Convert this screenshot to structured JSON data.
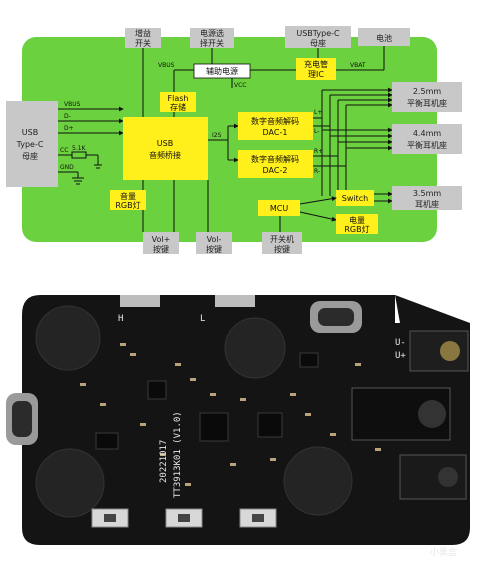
{
  "diagram": {
    "top_boxes": {
      "gain_switch": [
        "增益",
        "开关"
      ],
      "power_select_switch": [
        "电源选",
        "择开关"
      ],
      "usb_typec_top": [
        "USBType-C",
        "母座"
      ],
      "battery": "电池"
    },
    "left_port": [
      "USB",
      "Type-C",
      "母座"
    ],
    "pins": {
      "vbus": "VBUS",
      "dminus": "D-",
      "dplus": "D+",
      "cc": "CC",
      "resistor": "5.1K",
      "gnd": "GND"
    },
    "blocks": {
      "usb_bridge": [
        "USB",
        "音频桥接"
      ],
      "flash": [
        "Flash",
        "存储"
      ],
      "volume_led": [
        "音量",
        "RGB灯"
      ],
      "aux_power": "辅助电源",
      "charge_ic": [
        "充电管",
        "理IC"
      ],
      "dac1": [
        "数字音频解码",
        "DAC-1"
      ],
      "dac2": [
        "数字音频解码",
        "DAC-2"
      ],
      "switch": "Switch",
      "mcu": "MCU",
      "battery_led": [
        "电量",
        "RGB灯"
      ]
    },
    "signals": {
      "vbus_top": "VBUS",
      "vbat": "VBAT",
      "vcc": "VCC",
      "i2s": "I2S",
      "l_plus": "L+",
      "l_minus": "L-",
      "r_plus": "R+",
      "r_minus": "R-"
    },
    "outputs": {
      "out_25": [
        "2.5mm",
        "平衡耳机座"
      ],
      "out_44": [
        "4.4mm",
        "平衡耳机座"
      ],
      "out_35": [
        "3.5mm",
        "耳机座"
      ]
    },
    "bottom_buttons": {
      "vol_plus": [
        "Vol+",
        "按键"
      ],
      "vol_minus": [
        "Vol-",
        "按键"
      ],
      "power_key": [
        "开关机",
        "按键"
      ]
    }
  },
  "pcb": {
    "silkscreen_date": "20221017",
    "silkscreen_id": "TT3913K01 (V1.0)",
    "pad_labels": [
      "H",
      "L",
      "U-",
      "U+"
    ],
    "watermark": "小黑盒"
  },
  "colors": {
    "board_green": "#6bd13e",
    "block_yellow": "#ffef1a",
    "grey_box": "#c8c8c8",
    "pcb_black": "#141414"
  }
}
